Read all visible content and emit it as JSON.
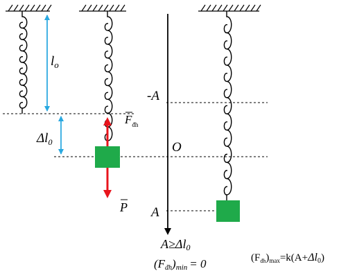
{
  "labels": {
    "l0_main": "l",
    "l0_sub": "o",
    "dl_delta": "Δl",
    "dl_sub": "0",
    "force_F": "F",
    "force_sub": "đh",
    "weight_P": "P",
    "axis_negA": "-A",
    "axis_O": "O",
    "axis_A": "A",
    "condition": "A≥Δl",
    "condition_sub": "0",
    "min_open": "(F",
    "min_sub1": "đh",
    "min_close": ")",
    "min_sub2": "min",
    "min_tail": "= 0",
    "max_open": "(F",
    "max_sub1": "đh",
    "max_close": ")",
    "max_sub2": "max",
    "max_tail": "=k(A+",
    "max_dl": "Δl",
    "max_dl_sub": "0",
    "max_end": ")"
  },
  "colors": {
    "block": "#1faa4a",
    "force_arrow": "#e8141c",
    "dimension_arrow": "#29a8e0",
    "line": "#000000"
  }
}
